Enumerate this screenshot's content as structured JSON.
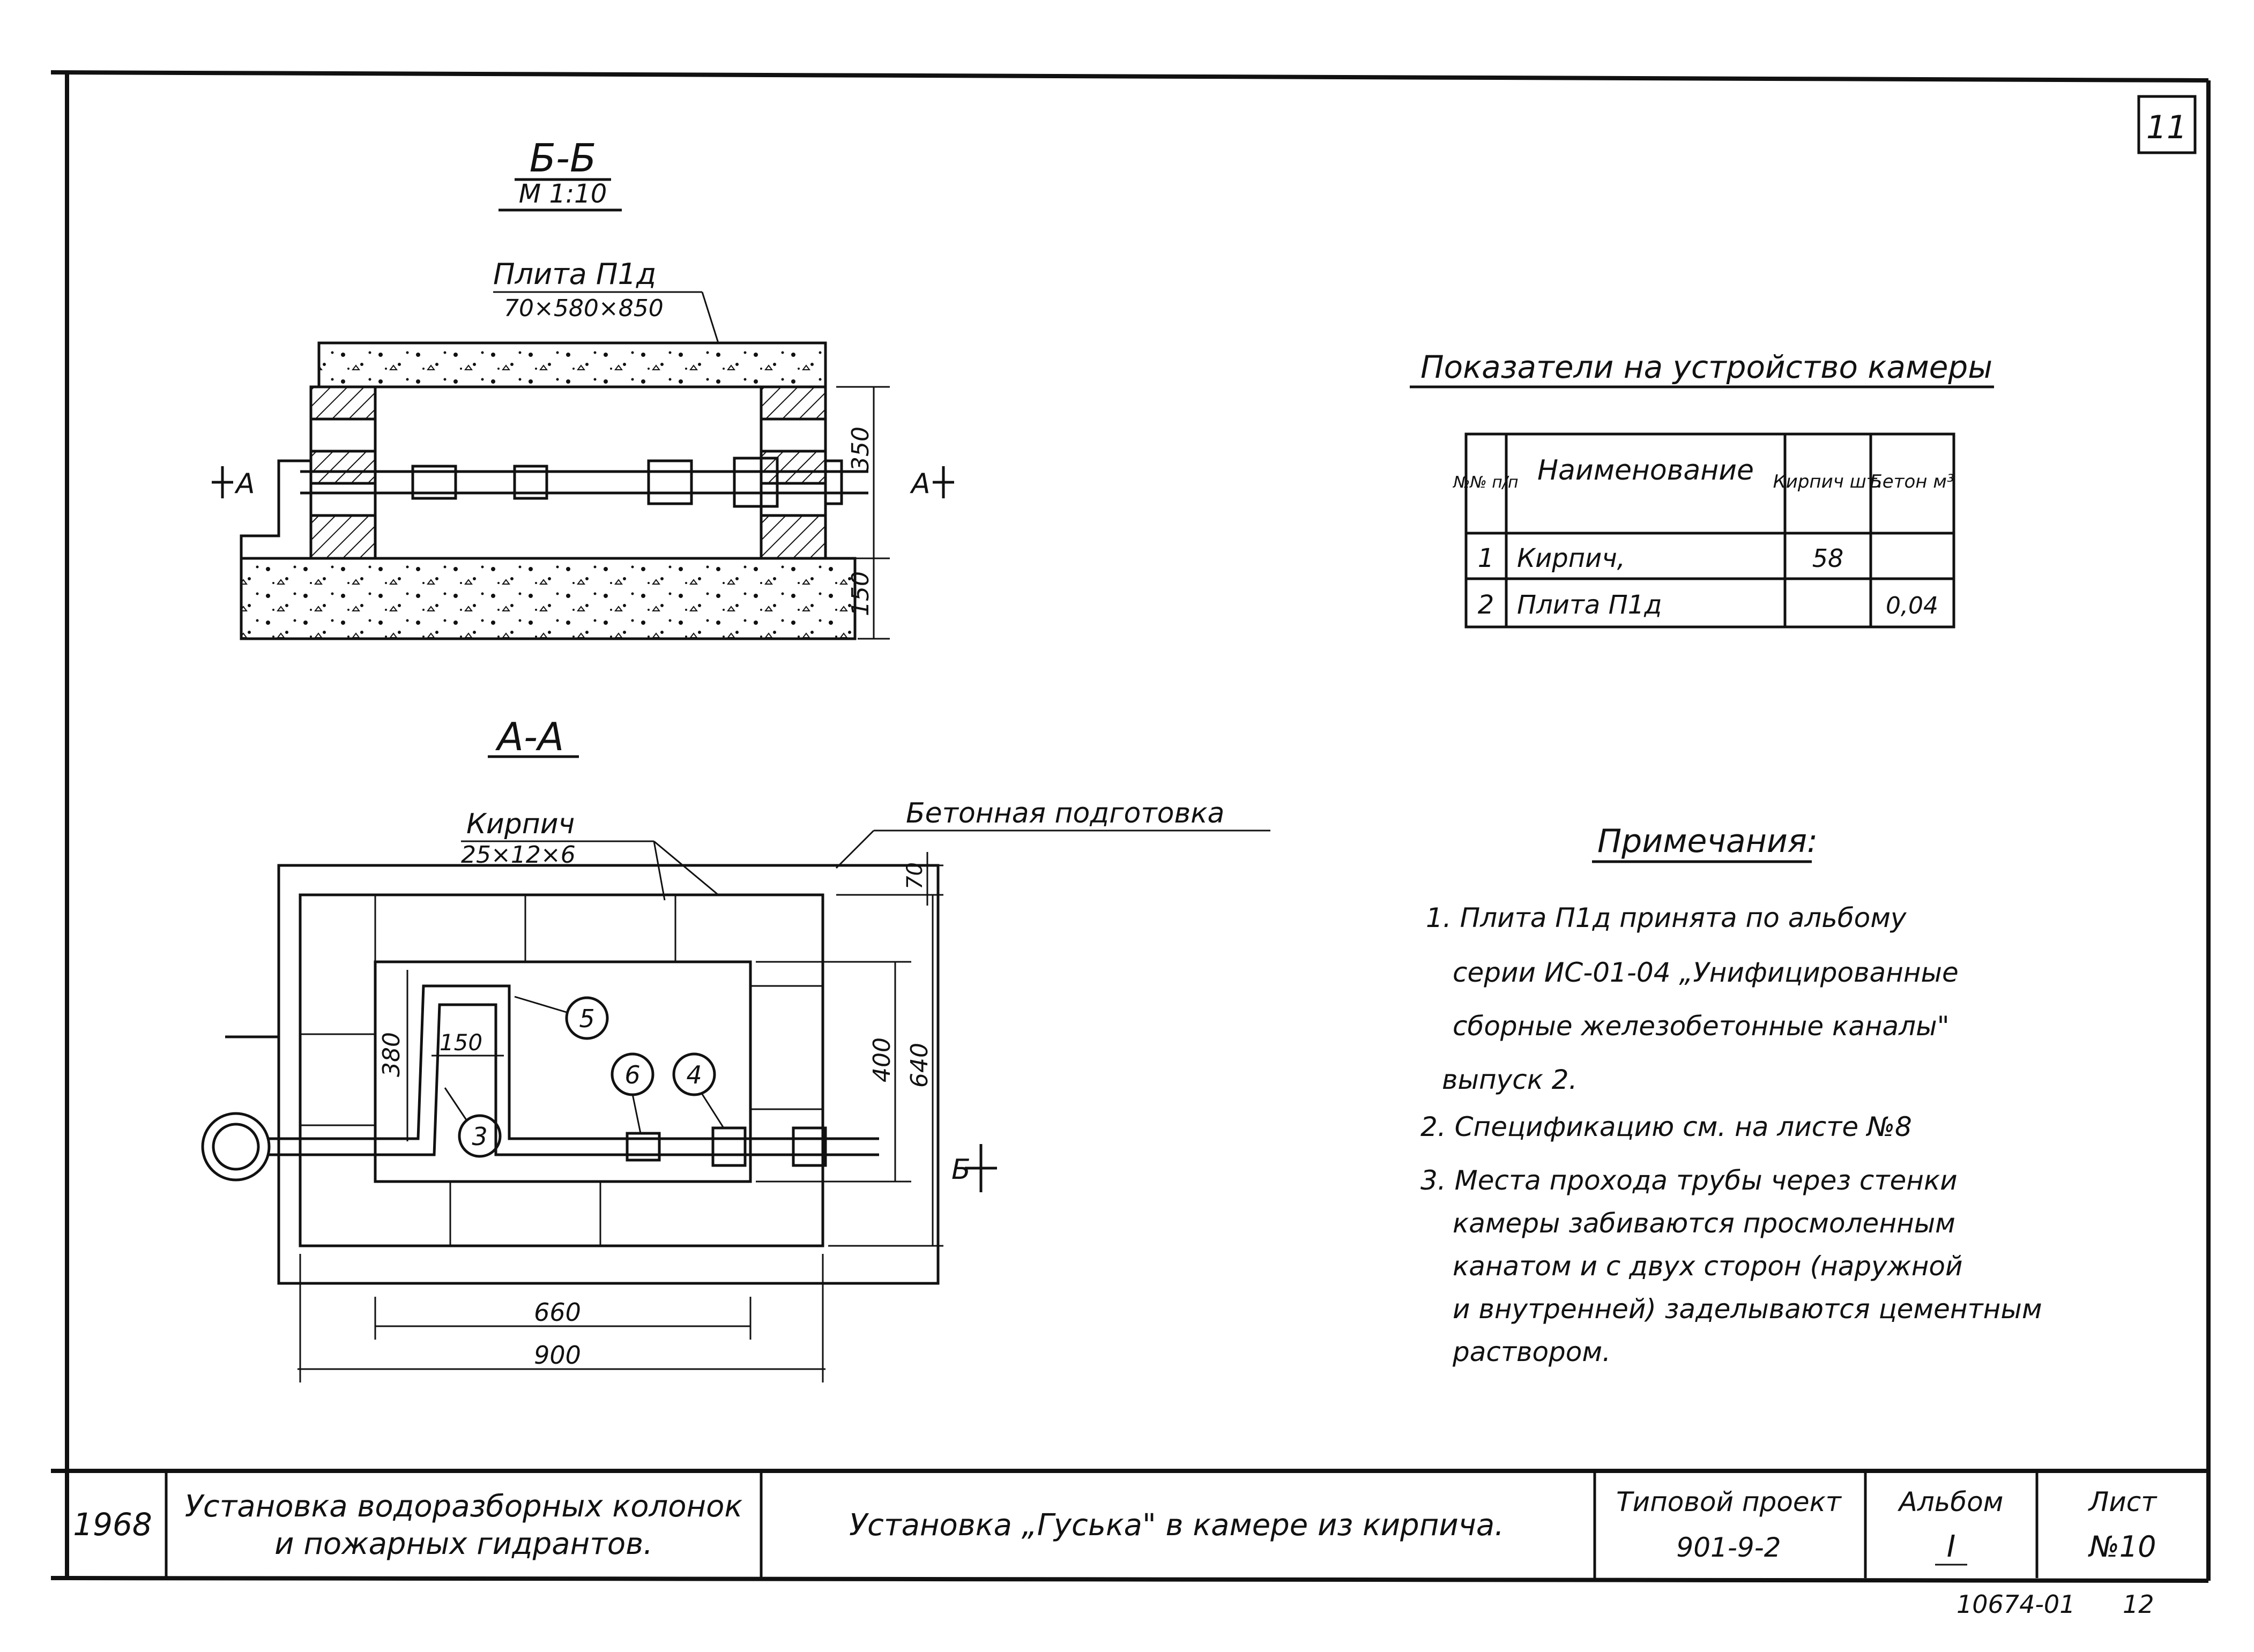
{
  "sheet": {
    "corner_number": "11",
    "archive_number": "10674-01",
    "archive_page": "12"
  },
  "section_bb": {
    "title": "Б-Б",
    "scale": "М 1:10",
    "slab_label": "Плита П1д",
    "slab_size": "70×580×850",
    "cut_mark_left": "А",
    "cut_mark_right": "А",
    "dim_height": "350",
    "dim_base": "150"
  },
  "section_aa": {
    "title": "А-А",
    "brick_label": "Кирпич",
    "brick_size": "25×12×6",
    "concrete_label": "Бетонная подготовка",
    "dim_top": "70",
    "dim_380": "380",
    "dim_150": "150",
    "dim_400": "400",
    "dim_640": "640",
    "dim_660": "660",
    "dim_900": "900",
    "cut_mark": "Б",
    "callouts": [
      "3",
      "4",
      "5",
      "6"
    ]
  },
  "indicators_table": {
    "title": "Показатели на устройство камеры",
    "headers": {
      "num": "№№ п/п",
      "name": "Наименование",
      "brick": "Кирпич шт.",
      "concrete": "Бетон м³"
    },
    "rows": [
      {
        "num": "1",
        "name": "Кирпич,",
        "brick": "58",
        "concrete": ""
      },
      {
        "num": "2",
        "name": "Плита   П1д",
        "brick": "",
        "concrete": "0,04"
      }
    ]
  },
  "notes": {
    "title": "Примечания:",
    "lines": [
      "1. Плита П1д принята по альбому",
      "серии ИС-01-04 „Унифицированные",
      "сборные железобетонные каналы\"",
      "выпуск 2.",
      "2. Спецификацию см. на листе №8",
      "3. Места прохода трубы через стенки",
      "камеры забиваются просмоленным",
      "канатом и с двух сторон (наружной",
      "и внутренней) заделываются цементным",
      "раствором."
    ]
  },
  "title_block": {
    "year": "1968",
    "project_line1": "Установка водоразборных колонок",
    "project_line2": "и пожарных гидрантов.",
    "sheet_title": "Установка „Гуська\" в камере из кирпича.",
    "type_project_label": "Типовой проект",
    "type_project_code": "901-9-2",
    "album_label": "Альбом",
    "album_value": "I",
    "sheet_label": "Лист",
    "sheet_value": "№10"
  }
}
